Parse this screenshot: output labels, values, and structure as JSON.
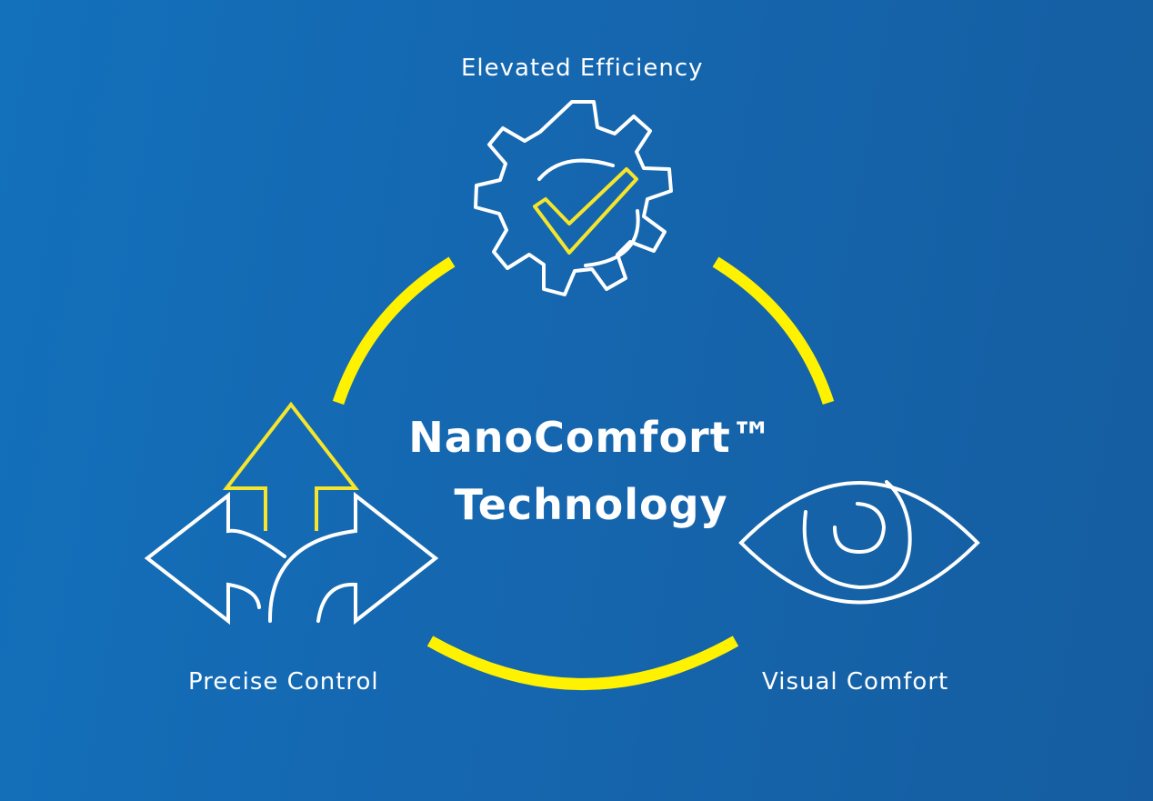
{
  "diagram": {
    "title_line1": "NanoComfort™",
    "title_line2": "Technology",
    "nodes": [
      {
        "label": "Elevated Efficiency",
        "icon": "gear-check-icon"
      },
      {
        "label": "Precise Control",
        "icon": "three-way-arrows-icon"
      },
      {
        "label": "Visual Comfort",
        "icon": "eye-icon"
      }
    ]
  },
  "colors": {
    "background_start": "#1370bb",
    "background_end": "#155da0",
    "accent_yellow": "#fff200",
    "icon_yellow": "#f5e52c",
    "stroke_white": "#ffffff"
  }
}
